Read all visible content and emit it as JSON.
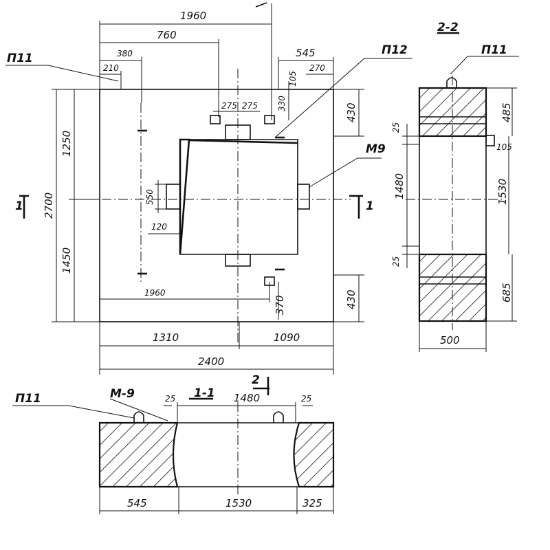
{
  "labels": {
    "p11_top": "П11",
    "p11_section": "П11",
    "p11_bottom": "П11",
    "p12": "П12",
    "m9_plan": "М9",
    "m9_bottom": "М-9",
    "section_2_2": "2-2",
    "section_1_1": "1-1",
    "cut_1_left": "1",
    "cut_1_right": "1",
    "cut_2_bottom": "2"
  },
  "plan": {
    "dims": {
      "top_1960": "1960",
      "top_760": "760",
      "top_380": "380",
      "top_210": "210",
      "top_545": "545",
      "top_270": "270",
      "v_105": "105",
      "v_330": "330",
      "h_275a": "275",
      "h_275b": "275",
      "right_430_top": "430",
      "right_430_bottom": "430",
      "left_1250": "1250",
      "left_2700": "2700",
      "left_1450": "1450",
      "inner_550": "550",
      "inner_120": "120",
      "bottom_1960": "1960",
      "v_370": "370",
      "bot_1310": "1310",
      "bot_1090": "1090",
      "bot_2400": "2400"
    }
  },
  "section22": {
    "dims": {
      "d485": "485",
      "d25_top": "25",
      "d105": "105",
      "d1480": "1480",
      "d1530": "1530",
      "d25_bot": "25",
      "d685": "685",
      "d500": "500"
    }
  },
  "section11": {
    "dims": {
      "d25_left": "25",
      "d1480": "1480",
      "d25_right": "25",
      "d545": "545",
      "d1530": "1530",
      "d325": "325"
    }
  }
}
